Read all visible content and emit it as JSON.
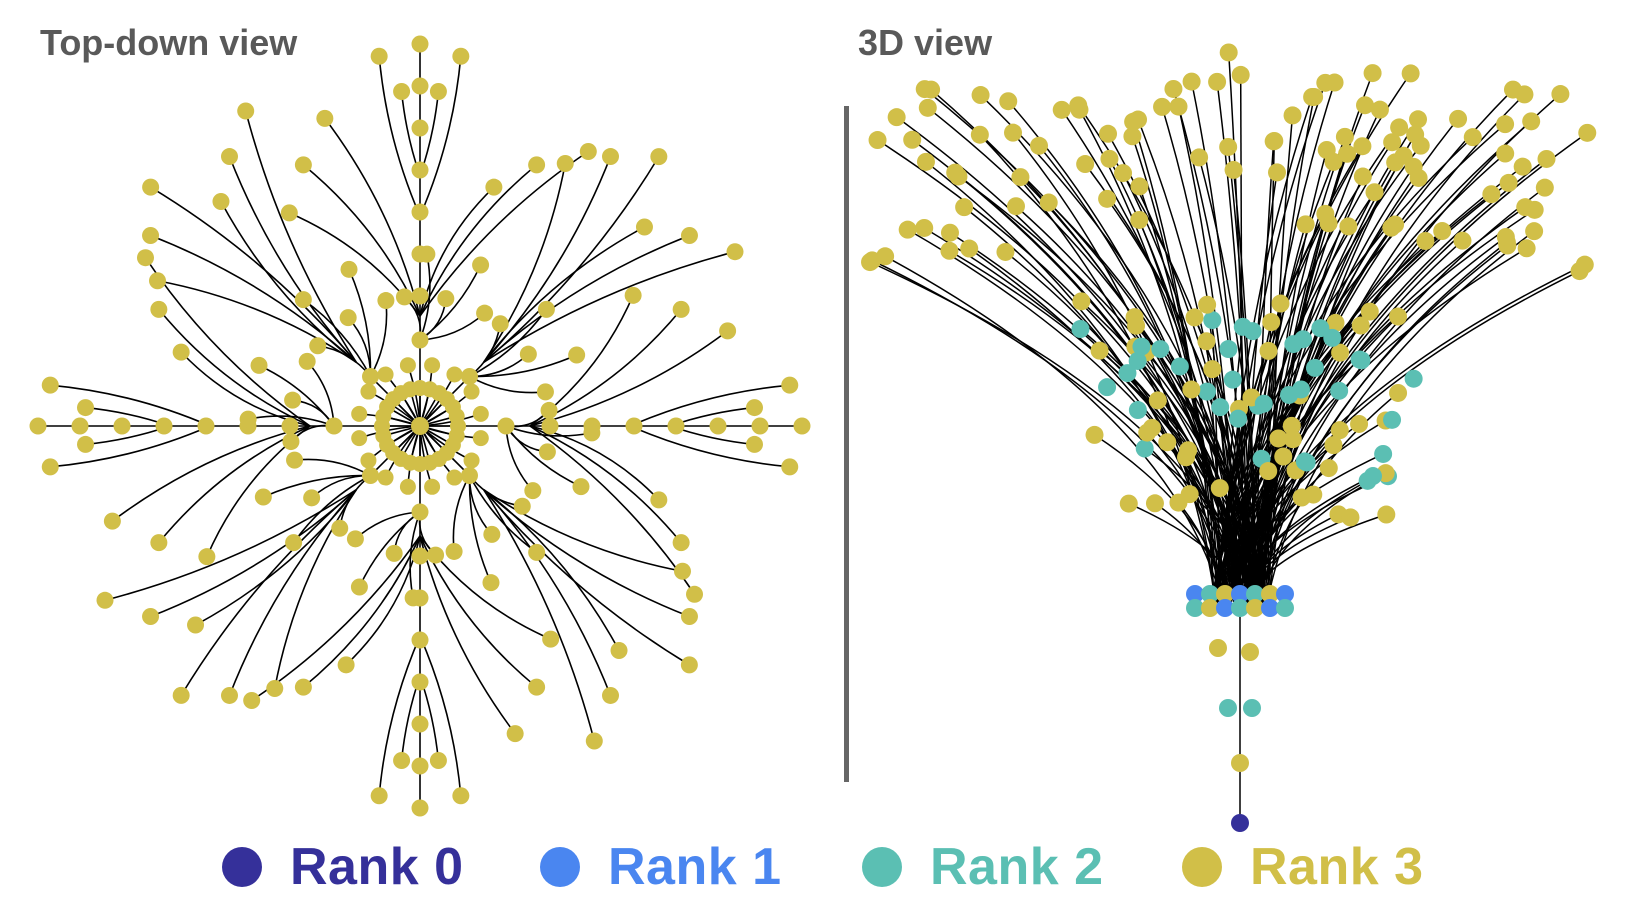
{
  "titles": {
    "left": "Top-down view",
    "right": "3D view"
  },
  "colors": {
    "rank0": "#35309a",
    "rank1": "#4a86f0",
    "rank2": "#5bbfb3",
    "rank3": "#d1bf48",
    "edge": "#000000",
    "title": "#595959",
    "divider": "#666666"
  },
  "legend": [
    {
      "label": "Rank 0",
      "color": "#35309a"
    },
    {
      "label": "Rank 1",
      "color": "#4a86f0"
    },
    {
      "label": "Rank 2",
      "color": "#5bbfb3"
    },
    {
      "label": "Rank 3",
      "color": "#d1bf48"
    }
  ]
}
